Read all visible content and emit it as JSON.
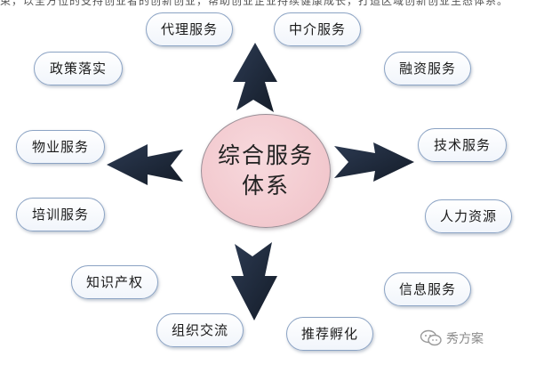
{
  "top_strip_text": "束，以全方位的支持创业者的创新创业，帮助创业企业持续健康成长，打造区域创新创业生态体系。",
  "center": {
    "line1": "综合服务",
    "line2": "体系"
  },
  "nodes": [
    {
      "id": "daili",
      "label": "代理服务"
    },
    {
      "id": "zhongjie",
      "label": "中介服务"
    },
    {
      "id": "zhengce",
      "label": "政策落实"
    },
    {
      "id": "rongzi",
      "label": "融资服务"
    },
    {
      "id": "wuye",
      "label": "物业服务"
    },
    {
      "id": "jishu",
      "label": "技术服务"
    },
    {
      "id": "peixun",
      "label": "培训服务"
    },
    {
      "id": "renli",
      "label": "人力资源"
    },
    {
      "id": "zhishi",
      "label": "知识产权"
    },
    {
      "id": "xinxi",
      "label": "信息服务"
    },
    {
      "id": "zuzhi",
      "label": "组织交流"
    },
    {
      "id": "tuijian",
      "label": "推荐孵化"
    }
  ],
  "watermark": {
    "text": "秀方案",
    "icon": "wechat-icon"
  },
  "colors": {
    "arrow": "#1f2b3d",
    "center_fill": "#f2c8cd",
    "node_border": "#8ba3c4"
  }
}
